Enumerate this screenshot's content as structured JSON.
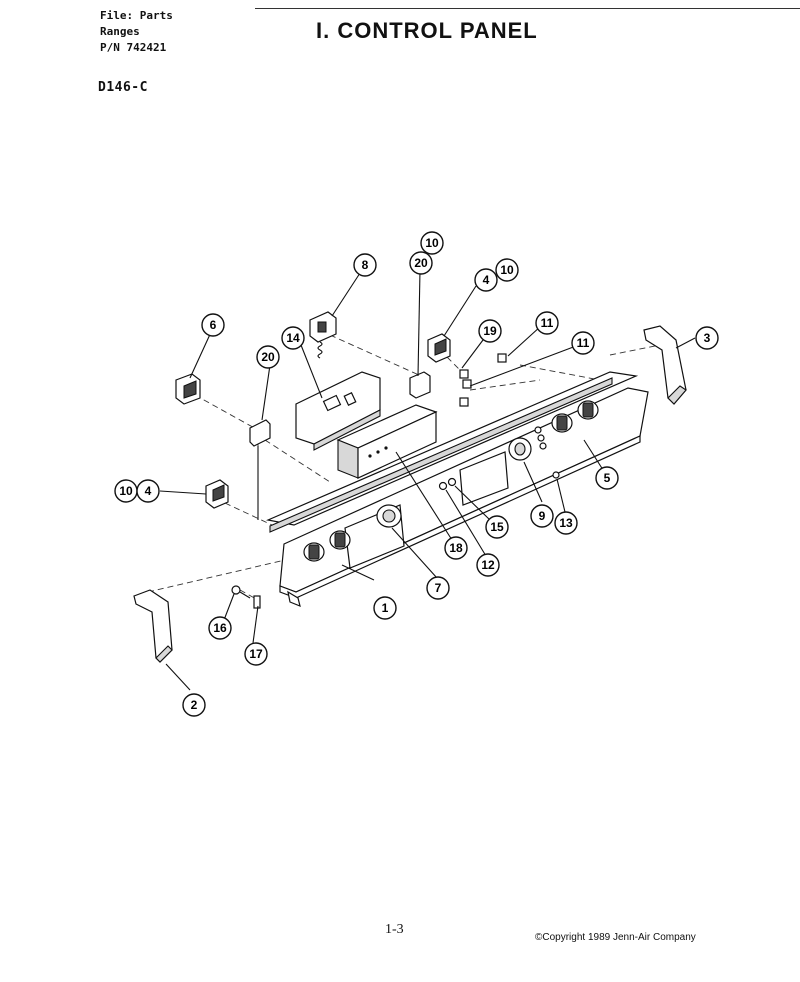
{
  "header": {
    "file_line": "File: Parts",
    "category_line": "Ranges",
    "part_number_line": "P/N 742421",
    "model_code": "D146-C",
    "title": "I. CONTROL PANEL"
  },
  "footer": {
    "page_number": "1-3",
    "copyright": "©Copyright 1989 Jenn-Air Company"
  },
  "callouts": {
    "c1": "1",
    "c2": "2",
    "c3": "3",
    "c4a": "4",
    "c4b": "4",
    "c5": "5",
    "c6": "6",
    "c7": "7",
    "c8": "8",
    "c9": "9",
    "c10a": "10",
    "c10b": "10",
    "c10c": "10",
    "c11a": "11",
    "c11b": "11",
    "c12": "12",
    "c13": "13",
    "c14": "14",
    "c15": "15",
    "c16": "16",
    "c17": "17",
    "c18": "18",
    "c19": "19",
    "c20a": "20",
    "c20b": "20"
  }
}
